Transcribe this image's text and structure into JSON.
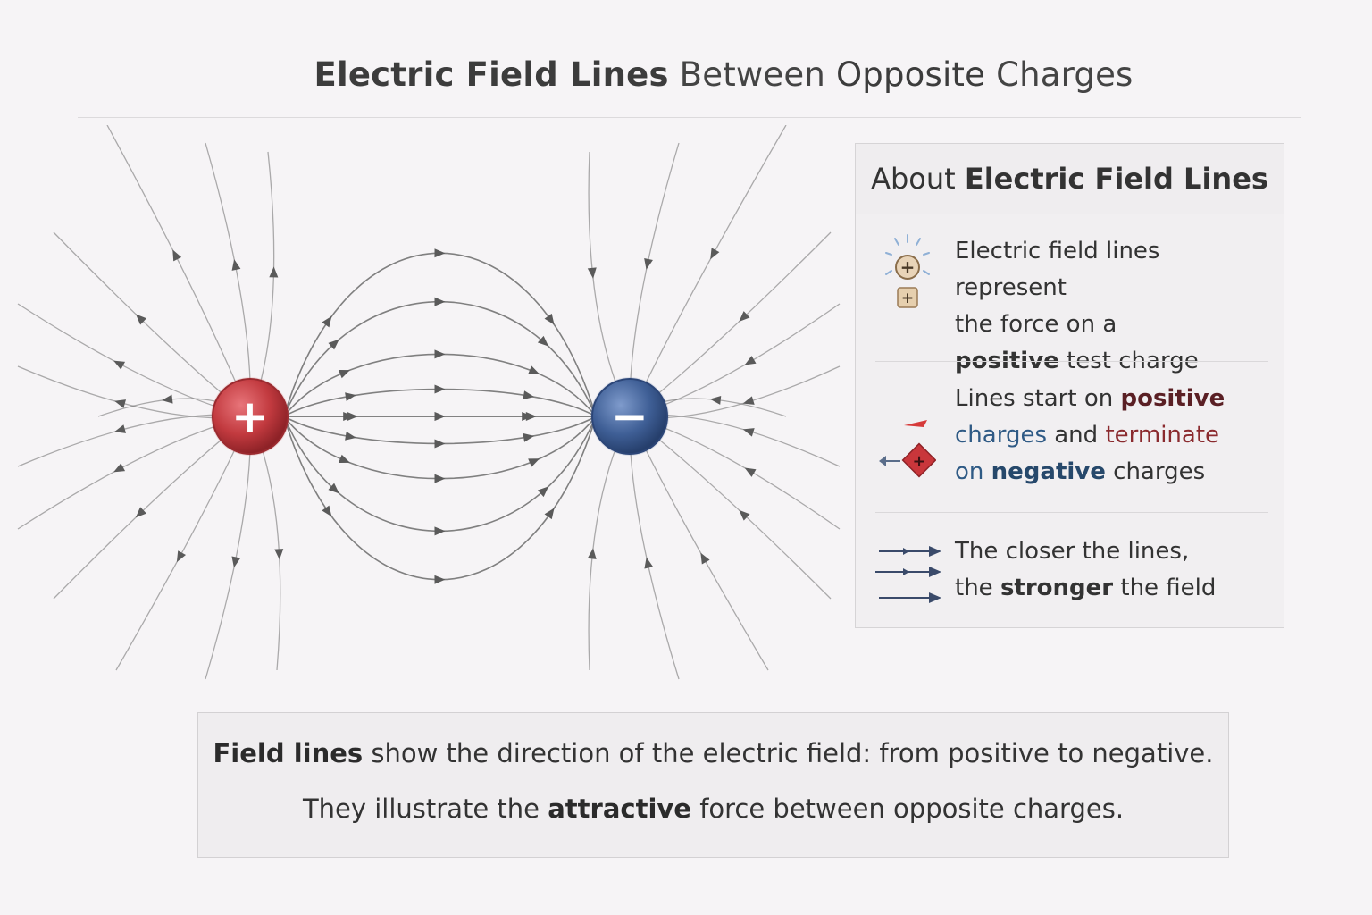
{
  "title": {
    "part1": "Electric Field Lines",
    "part2": "Between",
    "part3": "Opposite",
    "part4": "Charges"
  },
  "diagram": {
    "positive_symbol": "+",
    "negative_symbol": "−",
    "colors": {
      "positive": "#c23a3f",
      "negative": "#3f5f96",
      "line": "#6b6b6b",
      "arrow": "#5a5a5a"
    }
  },
  "panel": {
    "heading": {
      "part1": "About",
      "part2": "Electric Field Lines"
    },
    "items": [
      {
        "icon": "test-charge-icon",
        "t1": "Electric",
        "t2": "field lines represent",
        "t3": "the force on a",
        "t4": "positive",
        "t5": "test charge"
      },
      {
        "icon": "charge-arrow-icon",
        "t1": "Lines start on",
        "t2": "positive",
        "t3": "charges",
        "t4": "and",
        "t5": "terminate",
        "t6": "on",
        "t7": "negative",
        "t8": "charges"
      },
      {
        "icon": "converging-arrows-icon",
        "t1": "The closer the lines,",
        "t2": "the",
        "t3": "stronger",
        "t4": "the field"
      }
    ]
  },
  "note": {
    "line1": {
      "bold": "Field lines",
      "rest": "show the direction of the electric field: from positive to negative."
    },
    "line2": {
      "pre": "They illustrate the",
      "bold": "attractive",
      "post": "force between opposite charges."
    }
  }
}
